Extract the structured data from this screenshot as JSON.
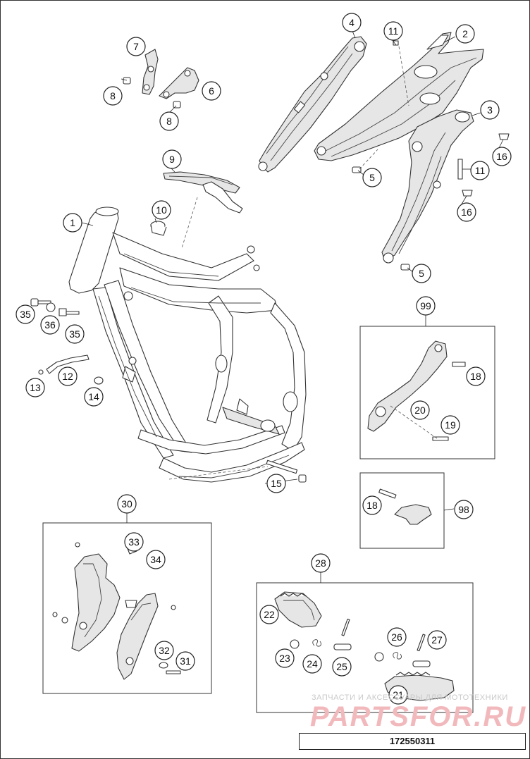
{
  "drawing_number": "172550311",
  "watermark": {
    "line1": "ЗАПЧАСТИ И АКСЕССУАРЫ ДЛЯ МОТОТЕХНИКИ",
    "line2": "PARTSFOR.RU"
  },
  "callouts": [
    "1",
    "2",
    "3",
    "4",
    "5",
    "5",
    "6",
    "7",
    "8",
    "8",
    "9",
    "10",
    "11",
    "11",
    "12",
    "13",
    "14",
    "15",
    "16",
    "16",
    "18",
    "18",
    "19",
    "20",
    "21",
    "22",
    "23",
    "24",
    "25",
    "26",
    "27",
    "28",
    "30",
    "31",
    "32",
    "33",
    "34",
    "35",
    "35",
    "36",
    "98",
    "99"
  ]
}
